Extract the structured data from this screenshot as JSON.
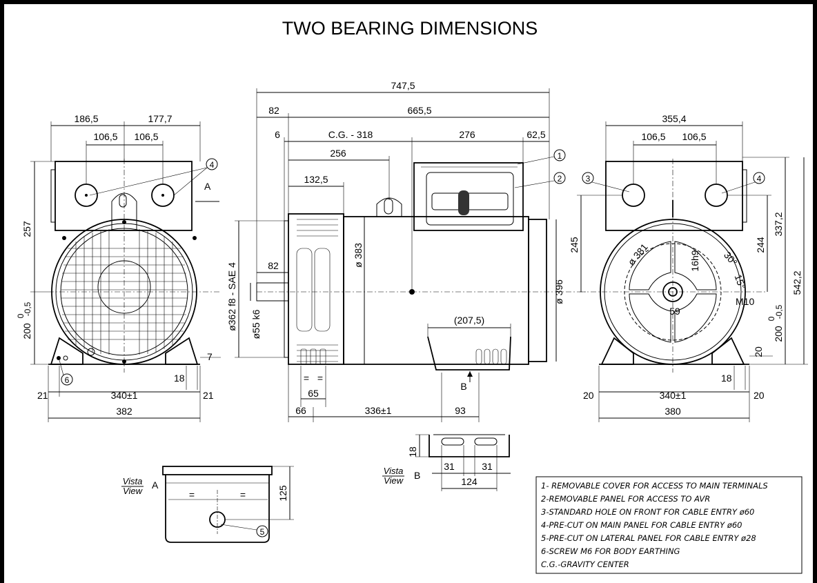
{
  "title": "TWO BEARING DIMENSIONS",
  "front_view": {
    "dims": {
      "top_left": "186,5",
      "top_right": "177,7",
      "hole_left": "106,5",
      "hole_right": "106,5",
      "height_box": "257",
      "height_axis": "200",
      "height_axis_tol_top": "0",
      "height_axis_tol_bottom": "-0,5",
      "foot_h": "7",
      "foot_w": "18",
      "edge_left": "21",
      "base_span": "340±1",
      "edge_right": "21",
      "total_width": "382"
    },
    "marker_a": "A",
    "callout_4": "4",
    "callout_6": "6"
  },
  "side_view": {
    "dims": {
      "overall": "747,5",
      "offset": "82",
      "body": "665,5",
      "step": "6",
      "cg": "C.G. - 318",
      "box_len": "276",
      "box_offset": "62,5",
      "lift": "256",
      "fan": "132,5",
      "flange_dia": "ø362 f8 - SAE 4",
      "shaft_len": "82",
      "shaft_dia": "ø55 k6",
      "frame_dia": "ø 383",
      "end_dia": "ø 396",
      "feet_span": "(207,5)",
      "foot_pitch": "65",
      "foot_offset": "66",
      "base": "336±1",
      "rear": "93",
      "foot_sym": "=",
      "foot_sym_2": "="
    },
    "marker_b": "B",
    "callout_1": "1",
    "callout_2": "2"
  },
  "rear_view": {
    "dims": {
      "top": "355,4",
      "hole_left": "106,5",
      "hole_right": "106,5",
      "h245": "245",
      "h244": "244",
      "h337": "337,2",
      "h542": "542,2",
      "pcd": "ø 381",
      "key": "16h9",
      "ang30": "30°",
      "ang15": "15°",
      "bore": "59",
      "thread": "M10",
      "height_axis": "200",
      "height_axis_tol_top": "0",
      "height_axis_tol_bottom": "-0,5",
      "foot_h": "20",
      "foot_w": "18",
      "edge_left": "20",
      "base_span": "340±1",
      "edge_right": "20",
      "total_width": "380"
    },
    "callout_3": "3",
    "callout_4": "4"
  },
  "view_a": {
    "label_top": "Vista",
    "label_bottom": "View",
    "letter": "A",
    "height": "125",
    "sym_left": "=",
    "sym_right": "=",
    "callout_5": "5"
  },
  "view_b": {
    "label_top": "Vista",
    "label_bottom": "View",
    "letter": "B",
    "height": "18",
    "slot_left": "31",
    "slot_right": "31",
    "pitch": "124"
  },
  "legend": [
    "1- REMOVABLE COVER  FOR ACCESS TO MAIN TERMINALS",
    "2-REMOVABLE PANEL FOR ACCESS TO AVR",
    "3-STANDARD HOLE ON FRONT FOR CABLE ENTRY ø60",
    "4-PRE-CUT ON MAIN PANEL FOR CABLE ENTRY ø60",
    "5-PRE-CUT ON LATERAL PANEL FOR CABLE ENTRY ø28",
    "6-SCREW M6 FOR BODY EARTHING",
    "C.G.-GRAVITY CENTER"
  ]
}
